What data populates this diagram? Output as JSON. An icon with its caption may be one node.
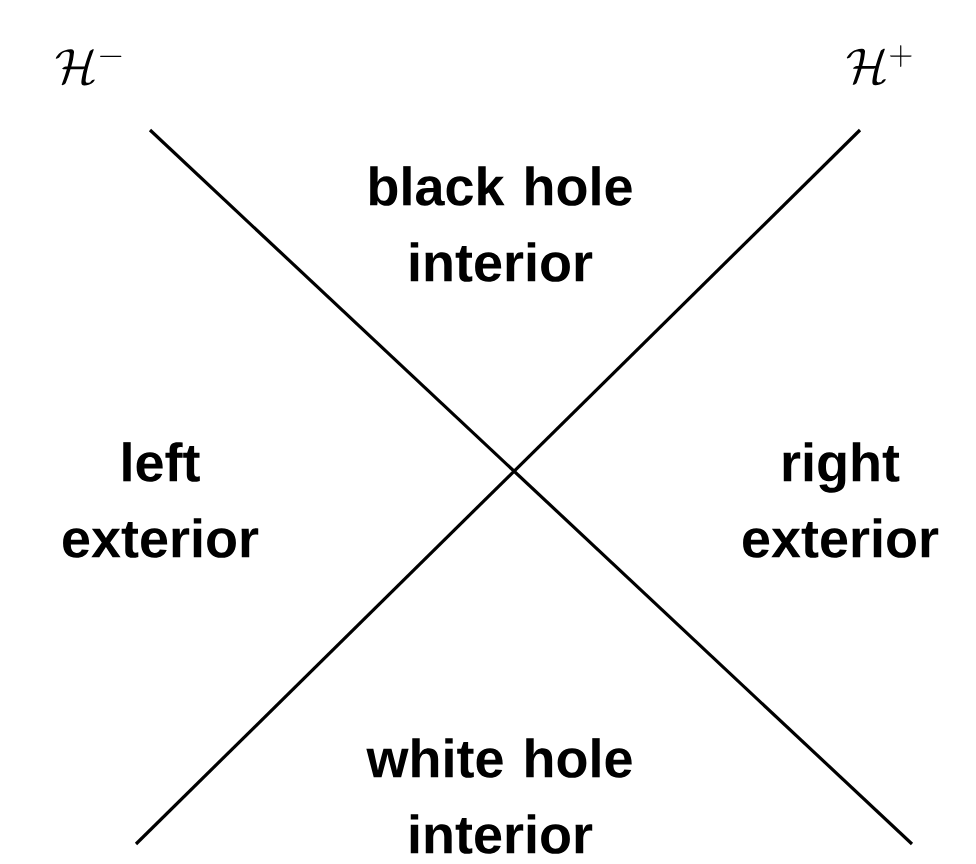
{
  "diagram": {
    "labels": [
      "\\mathcal{H}^{-}",
      "\\mathcal{H}^{+}",
      "black hole interior",
      "left exterior",
      "right exterior",
      "white hole interior"
    ]
  }
}
